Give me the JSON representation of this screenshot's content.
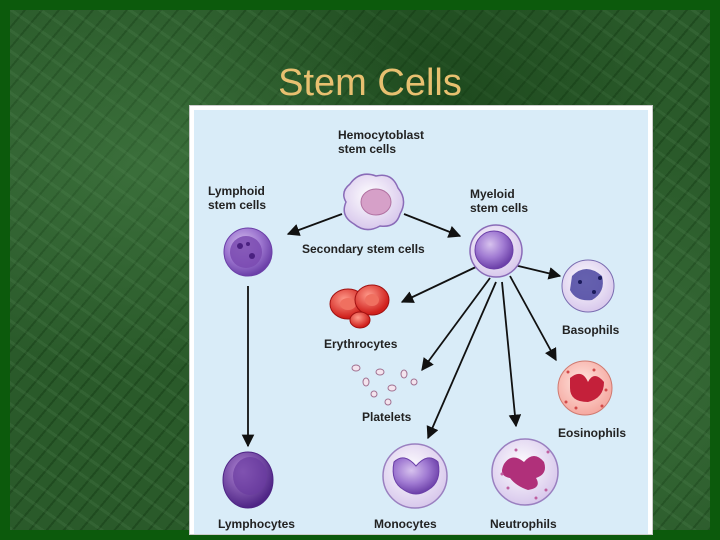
{
  "slide": {
    "title": "Stem Cells"
  },
  "diagram": {
    "hemocytoblast_line1": "Hemocytoblast",
    "hemocytoblast_line2": "stem cells",
    "lymphoid_line1": "Lymphoid",
    "lymphoid_line2": "stem cells",
    "myeloid_line1": "Myeloid",
    "myeloid_line2": "stem cells",
    "secondary": "Secondary stem cells",
    "basophils": "Basophils",
    "erythrocytes": "Erythrocytes",
    "platelets": "Platelets",
    "eosinophils": "Eosinophils",
    "lymphocytes": "Lymphocytes",
    "monocytes": "Monocytes",
    "neutrophils": "Neutrophils"
  },
  "colors": {
    "panel_bg": "#d9ecf8",
    "title": "#e8c070",
    "cell_purple": "#8a5cc0",
    "erythrocyte_red": "#e0302a"
  }
}
